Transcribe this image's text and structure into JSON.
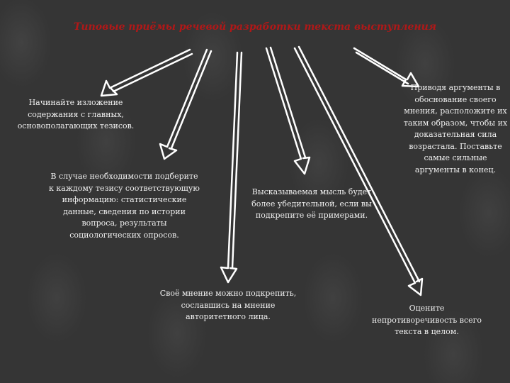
{
  "title": "Типовые приёмы речевой разработки текста выступления",
  "blocks": {
    "b1": "Начинайте изложение содержания с главных, основополагающих тезисов.",
    "b2": "В случае необходимости подберите к каждому тезису соответствующую информацию: статистические данные, сведения по истории вопроса, результаты социологических опросов.",
    "b3": "Высказываемая мысль будет более убедительной, если вы подкрепите её примерами.",
    "b4": "Своё мнение можно подкрепить, сославшись на мнение авторитетного лица.",
    "b5": "Приводя аргументы в обоснование своего мнения, расположите их таким образом, чтобы их доказательная сила возрастала. Поставьте самые сильные аргументы в конец.",
    "b6": "Оцените непротиворечивость всего текста в целом."
  },
  "colors": {
    "title": "#b01818",
    "text": "#f0f0f0",
    "arrow": "#ffffff"
  }
}
